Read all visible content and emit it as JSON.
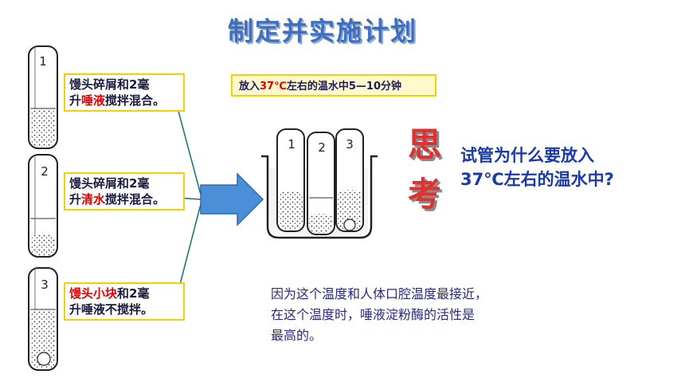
{
  "title": "制定并实施计划",
  "tubes": [
    {
      "number": "1",
      "text_parts": [
        {
          "t": "馒头碎屑和2毫",
          "red": false
        },
        {
          "t": "\n",
          "br": true
        },
        {
          "t": "升",
          "red": false
        },
        {
          "t": "唾液",
          "red": true
        },
        {
          "t": "搅拌混合。",
          "red": false
        }
      ]
    },
    {
      "number": "2",
      "text_parts": [
        {
          "t": "馒头碎屑和2毫",
          "red": false
        },
        {
          "t": "\n",
          "br": true
        },
        {
          "t": "升",
          "red": false
        },
        {
          "t": "清水",
          "red": true
        },
        {
          "t": "搅拌混合。",
          "red": false
        }
      ]
    },
    {
      "number": "3",
      "text_parts": [
        {
          "t": "馒头小块",
          "red": true
        },
        {
          "t": "和2毫",
          "red": false
        },
        {
          "t": "\n",
          "br": true
        },
        {
          "t": "升唾液不搅拌。",
          "red": false
        }
      ]
    }
  ],
  "bath": {
    "prefix": "放入",
    "temp": "37℃",
    "suffix": "左右的温水中5—10分钟",
    "tube_numbers": [
      "1",
      "2",
      "3"
    ]
  },
  "think": {
    "char1": "思",
    "char2": "考"
  },
  "question": {
    "line1": "试管为什么要放入",
    "line2": "37℃左右的温水中?"
  },
  "explanation": {
    "line1": "因为这个温度和人体口腔温度最接近，",
    "line2": "在这个温度时，唾液淀粉酶的活性是",
    "line3": "最高的。"
  },
  "colors": {
    "title": "#3b6fc4",
    "accent_red": "#e00000",
    "box_border": "#f2d200",
    "arrow": "#4a8fd8"
  }
}
